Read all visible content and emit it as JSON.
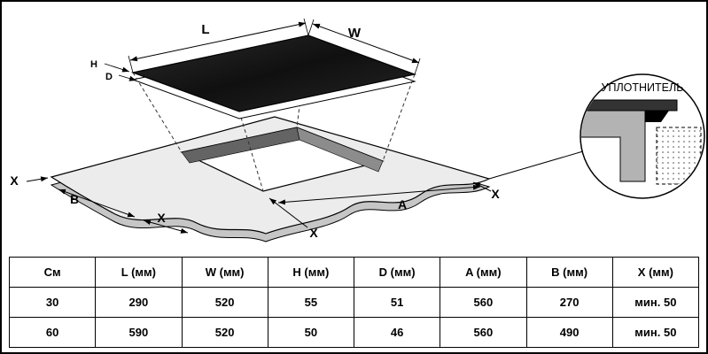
{
  "palette": {
    "line": "#000000",
    "cooktop_glass": "#1e1e1e",
    "countertop_surface": "#ececec",
    "countertop_edge": "#c6c6c6",
    "cutout_wall_dark": "#646464",
    "cutout_wall_light": "#8c8c8c",
    "background": "#ffffff"
  },
  "diagram": {
    "dim_labels": {
      "L": "L",
      "W": "W",
      "H": "H",
      "D": "D",
      "A": "A",
      "B": "B",
      "X": "X"
    },
    "detail": {
      "label": "УПЛОТНИТЕЛЬ"
    }
  },
  "table": {
    "headers": [
      "См",
      "L (мм)",
      "W (мм)",
      "H (мм)",
      "D (мм)",
      "A (мм)",
      "B (мм)",
      "X (мм)"
    ],
    "rows": [
      [
        "30",
        "290",
        "520",
        "55",
        "51",
        "560",
        "270",
        "мин. 50"
      ],
      [
        "60",
        "590",
        "520",
        "50",
        "46",
        "560",
        "490",
        "мин. 50"
      ]
    ]
  }
}
